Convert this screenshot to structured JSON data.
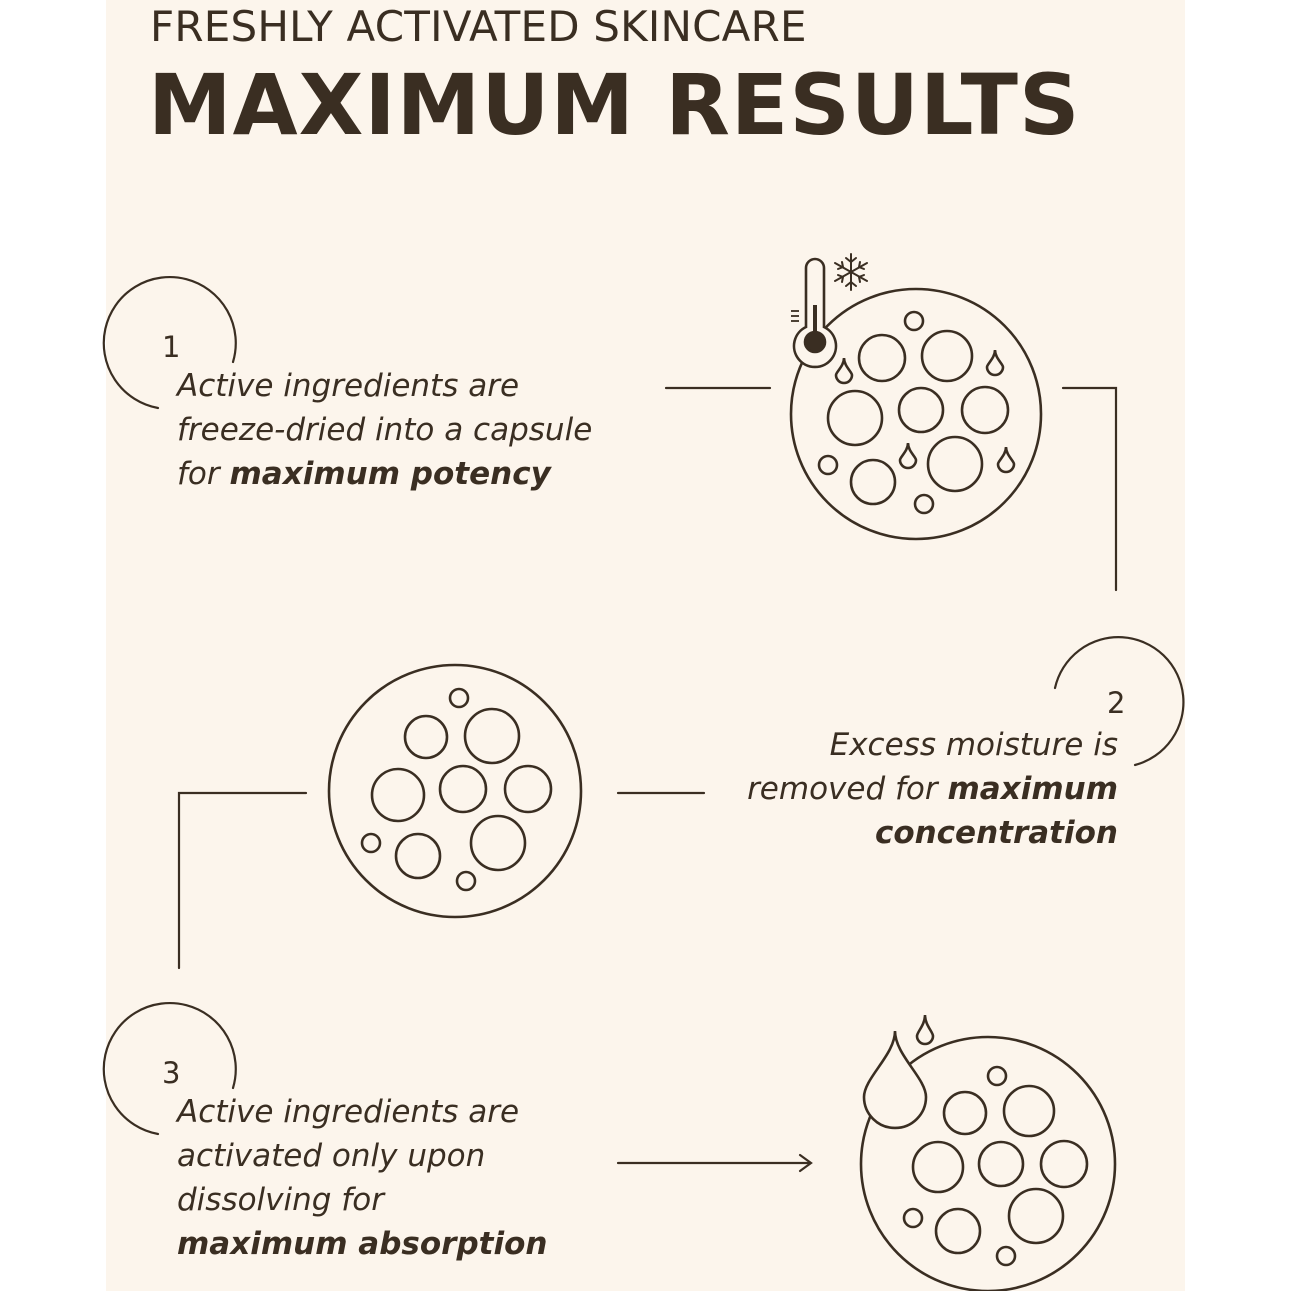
{
  "header": {
    "eyebrow": "FRESHLY ACTIVATED SKINCARE",
    "title": "MAXIMUM RESULTS"
  },
  "steps": [
    {
      "number": "1",
      "line1": "Active ingredients are",
      "line2": "freeze-dried into a capsule",
      "line3_prefix": "for ",
      "line3_bold": "maximum potency"
    },
    {
      "number": "2",
      "line1": "Excess moisture is",
      "line2_prefix": "removed for ",
      "line2_bold": "maximum",
      "line3_bold": "concentration"
    },
    {
      "number": "3",
      "line1": "Active ingredients are",
      "line2": "activated only upon",
      "line3": "dissolving for",
      "line4_bold": "maximum absorption"
    }
  ],
  "icons": {
    "stage1": "freeze-dried-capsule-icon",
    "thermometer": "thermometer-icon",
    "snowflake": "snowflake-icon",
    "stage2": "concentrated-capsule-icon",
    "stage3": "dissolving-capsule-icon"
  },
  "colors": {
    "background": "#fcf5ec",
    "ink": "#3a2e22"
  }
}
